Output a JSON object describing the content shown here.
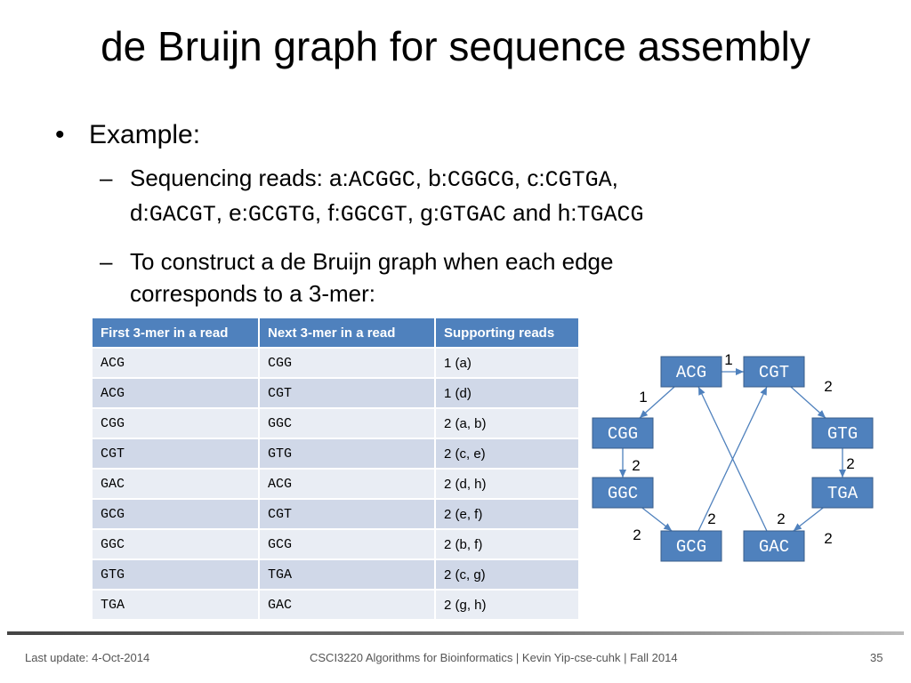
{
  "title": "de Bruijn graph for sequence assembly",
  "bullet_symbol": "•",
  "dash_symbol": "–",
  "example_label": "Example:",
  "reads": {
    "prefix": "Sequencing reads: ",
    "items": [
      {
        "label": "a:",
        "seq": "ACGGC",
        "sep": ", "
      },
      {
        "label": "b:",
        "seq": "CGGCG",
        "sep": ", "
      },
      {
        "label": "c:",
        "seq": "CGTGA",
        "sep": ","
      },
      {
        "label": "d:",
        "seq": "GACGT",
        "sep": ", "
      },
      {
        "label": "e:",
        "seq": "GCGTG",
        "sep": ", "
      },
      {
        "label": "f:",
        "seq": "GGCGT",
        "sep": ", "
      },
      {
        "label": "g:",
        "seq": "GTGAC",
        "sep": " and "
      },
      {
        "label": "h:",
        "seq": "TGACG",
        "sep": ""
      }
    ]
  },
  "construct_text": "To construct a de Bruijn graph when each edge corresponds to a 3-mer:",
  "table": {
    "headers": [
      "First 3-mer in a read",
      "Next 3-mer in a read",
      "Supporting reads"
    ],
    "rows": [
      [
        "ACG",
        "CGG",
        "1 (a)"
      ],
      [
        "ACG",
        "CGT",
        "1 (d)"
      ],
      [
        "CGG",
        "GGC",
        "2 (a, b)"
      ],
      [
        "CGT",
        "GTG",
        "2 (c, e)"
      ],
      [
        "GAC",
        "ACG",
        "2 (d, h)"
      ],
      [
        "GCG",
        "CGT",
        "2 (e, f)"
      ],
      [
        "GGC",
        "GCG",
        "2 (b, f)"
      ],
      [
        "GTG",
        "TGA",
        "2 (c, g)"
      ],
      [
        "TGA",
        "GAC",
        "2 (g, h)"
      ]
    ]
  },
  "graph": {
    "node_color": "#4f81bd",
    "edge_color": "#4f81bd",
    "nodes": [
      "ACG",
      "CGT",
      "CGG",
      "GTG",
      "GGC",
      "TGA",
      "GCG",
      "GAC"
    ],
    "edges": [
      {
        "from": "ACG",
        "to": "CGT",
        "weight": "1"
      },
      {
        "from": "CGT",
        "to": "GTG",
        "weight": "2"
      },
      {
        "from": "ACG",
        "to": "CGG",
        "weight": "1"
      },
      {
        "from": "GTG",
        "to": "TGA",
        "weight": "2"
      },
      {
        "from": "CGG",
        "to": "GGC",
        "weight": "2"
      },
      {
        "from": "TGA",
        "to": "GAC",
        "weight": "2"
      },
      {
        "from": "GGC",
        "to": "GCG",
        "weight": "2"
      },
      {
        "from": "GCG",
        "to": "CGT",
        "weight": "2"
      },
      {
        "from": "GAC",
        "to": "ACG",
        "weight": "2"
      }
    ]
  },
  "footer": {
    "left": "Last update: 4-Oct-2014",
    "center": "CSCI3220 Algorithms for Bioinformatics |  Kevin Yip-cse-cuhk | Fall 2014",
    "page": "35"
  }
}
